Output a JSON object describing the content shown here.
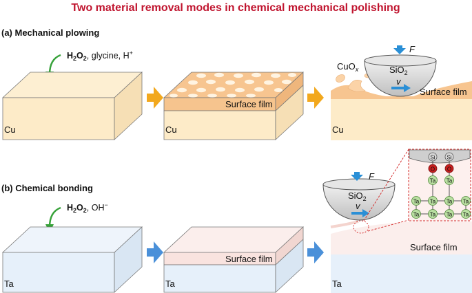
{
  "title": "Two material removal modes in chemical mechanical polishing",
  "panel_a": {
    "heading": "(a) Mechanical plowing",
    "chem_h2o2": "H",
    "chem_sub2": "2",
    "chem_o": "O",
    "chem_sub2b": "2",
    "chem_rest": ", glycine, H",
    "chem_plus": "+",
    "material": "Cu",
    "surface_film": "Surface film",
    "abrasive_sio": "SiO",
    "abrasive_sub": "2",
    "oxide_cu": "CuO",
    "oxide_x": "x",
    "force": "F",
    "velocity": "v"
  },
  "panel_b": {
    "heading": "(b) Chemical bonding",
    "chem_h": "H",
    "chem_sub2": "2",
    "chem_o": "O",
    "chem_sub2b": "2",
    "chem_rest": ", OH",
    "chem_minus": "−",
    "material": "Ta",
    "surface_film": "Surface film",
    "abrasive_sio": "SiO",
    "abrasive_sub": "2",
    "force": "F",
    "velocity": "v",
    "inset_si": "Si",
    "inset_o": "O",
    "inset_ta": "Ta"
  },
  "colors": {
    "title": "#c0152f",
    "cu_face": "#fdebc8",
    "film_face": "#f7c897",
    "ta_face": "#e6f0fa",
    "ta_film": "#f9e3df",
    "arrow_orange": "#f2a81d",
    "arrow_blue": "#4a90d9",
    "green": "#37a23a",
    "si_sphere": "#cccccc",
    "o_atom": "#c81e1e",
    "ta_atom": "#b9dfa1",
    "inset_border": "#d42e2e"
  }
}
